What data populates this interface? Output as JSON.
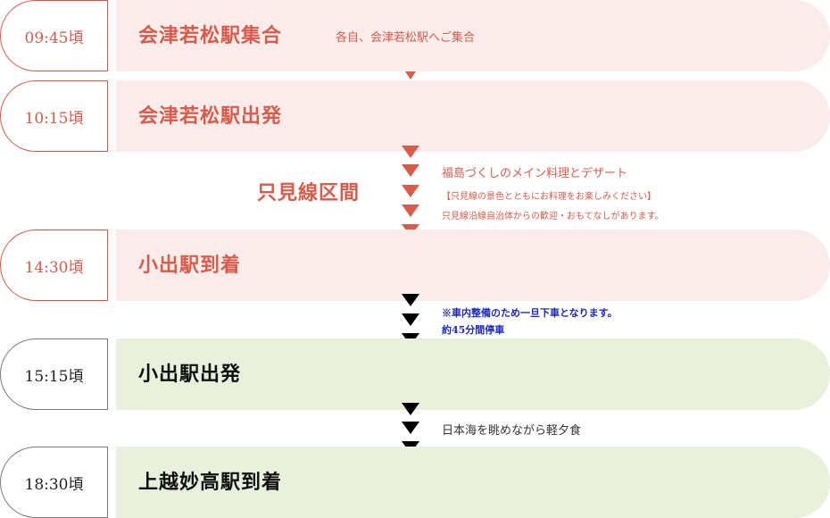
{
  "schedule": [
    {
      "time": "09:45頃",
      "title": "会津若松駅集合",
      "note": "各自、会津若松駅へご集合",
      "theme": "red"
    },
    {
      "time": "10:15頃",
      "title": "会津若松駅出発",
      "theme": "red"
    },
    {
      "time": "14:30頃",
      "title": "小出駅到着",
      "theme": "red"
    },
    {
      "time": "15:15頃",
      "title": "小出駅出発",
      "theme": "green"
    },
    {
      "time": "18:30頃",
      "title": "上越妙高駅到着",
      "theme": "green"
    }
  ],
  "segments": {
    "tadami": {
      "label": "只見線区間",
      "lines": [
        "福島づくしのメイン料理とデザート",
        "【只見線の景色とともにお料理をお楽しみください】",
        "只見線沿線自治体からの歓迎・おもてなしがあります。"
      ]
    },
    "koide_stop": {
      "lines": [
        "※車内整備のため一旦下車となります。",
        "約45分間停車"
      ]
    },
    "to_joetsu": {
      "lines": [
        "日本海を眺めながら軽夕食"
      ]
    }
  },
  "colors": {
    "accent_red": "#d95c4b",
    "pink_bg": "#fbecec",
    "green_bg": "#e9f1dc",
    "note_blue": "#1a27c9"
  }
}
